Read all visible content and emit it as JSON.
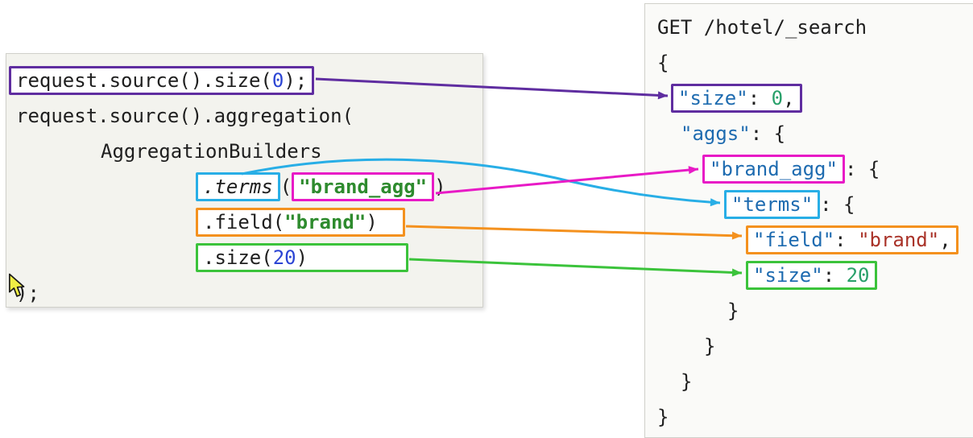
{
  "colors": {
    "purple": "#5f2da0",
    "cyan": "#28aee6",
    "magenta": "#e81ac6",
    "orange": "#f4911e",
    "green": "#3bc33b",
    "key_blue": "#1e6bb0",
    "num_green": "#28a06a",
    "str_red": "#a93228",
    "java_num_blue": "#2c45d4",
    "java_str_green": "#2e8b2e",
    "text": "#1f1f1f",
    "panel_left_bg": "#f3f3ee",
    "panel_right_bg": "#fafaf8",
    "panel_border": "#d0d0ca"
  },
  "java_panel": {
    "l1": {
      "pre": "request.source().size(",
      "num": "0",
      "post": ");"
    },
    "l2": "request.source().aggregation(",
    "l3": "AggregationBuilders",
    "l4": {
      "method": ".terms",
      "open": "(",
      "arg": "\"brand_agg\"",
      "close": ")"
    },
    "l5": {
      "pre": ".field(",
      "str": "\"brand\"",
      "post": ")"
    },
    "l6": {
      "pre": ".size(",
      "num": "20",
      "post": ")"
    },
    "l7": ");"
  },
  "dsl_panel": {
    "l1": "GET /hotel/_search",
    "l2": "{",
    "l3": {
      "key": "\"size\"",
      "colon": ": ",
      "val": "0",
      "comma": ","
    },
    "l4": {
      "key": "\"aggs\"",
      "rest": ": {"
    },
    "l5": {
      "key": "\"brand_agg\"",
      "rest": ": {"
    },
    "l6": {
      "key": "\"terms\"",
      "rest": ": {"
    },
    "l7": {
      "key": "\"field\"",
      "colon": ": ",
      "val": "\"brand\"",
      "comma": ","
    },
    "l8": {
      "key": "\"size\"",
      "colon": ": ",
      "val": "20"
    },
    "l9": "}",
    "l10": "}",
    "l11": "}",
    "l12": "}"
  }
}
